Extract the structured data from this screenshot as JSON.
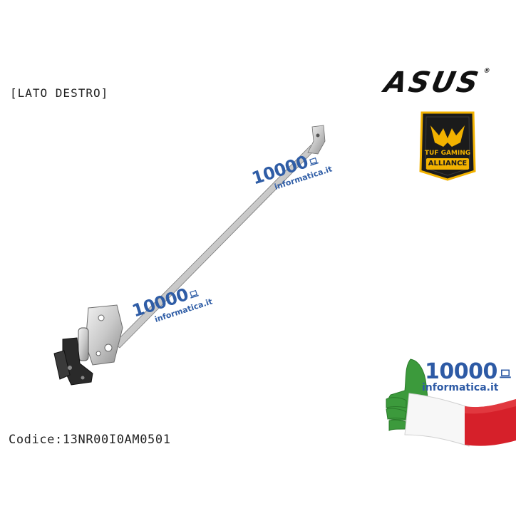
{
  "side_label": "[LATO DESTRO]",
  "product_code": "Codice:13NR00I0AM0501",
  "brand_logo": {
    "text": "ASUS",
    "reg": "®"
  },
  "tuf_badge": {
    "line1": "TUF GAMING",
    "line2": "ALLIANCE"
  },
  "watermark": {
    "number": "10000",
    "domain": "informatica.it"
  },
  "store_logo": {
    "number": "10000",
    "domain": "informatica.it"
  },
  "colors": {
    "brand_blue": "#2d5aa5",
    "tuf_gold": "#f2b200",
    "tuf_dark": "#1b1b1b",
    "flag_green": "#3c9a3c",
    "flag_red": "#d6202a"
  }
}
